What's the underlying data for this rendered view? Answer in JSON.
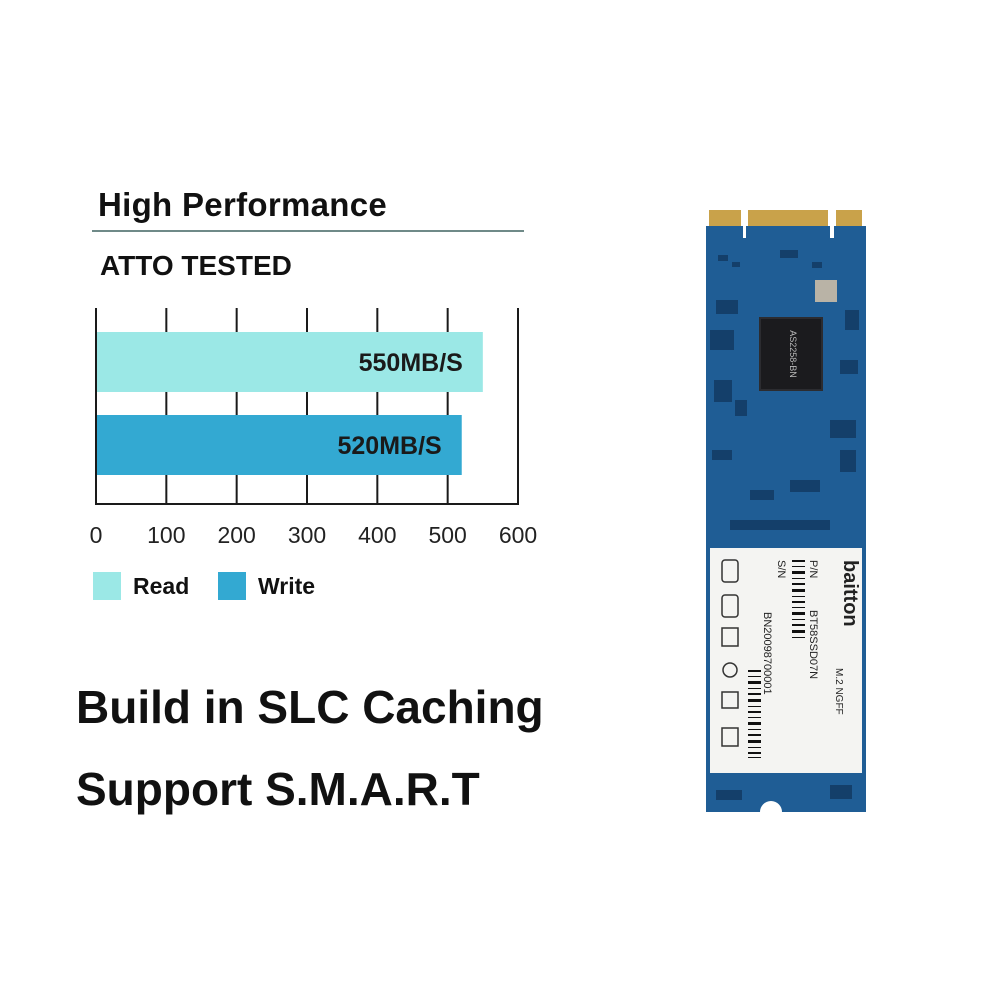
{
  "heading": "High Performance",
  "subheading": "ATTO TESTED",
  "chart_data": {
    "type": "bar",
    "orientation": "horizontal",
    "categories": [
      "Read",
      "Write"
    ],
    "values": [
      550,
      520
    ],
    "value_labels": [
      "550MB/S",
      "520MB/S"
    ],
    "xlim": [
      0,
      600
    ],
    "xticks": [
      0,
      100,
      200,
      300,
      400,
      500,
      600
    ],
    "grid": true,
    "legend": "bottom-left",
    "colors": [
      "#9be8e6",
      "#33a9d2"
    ]
  },
  "features": [
    "Build in SLC Caching",
    "Support S.M.A.R.T"
  ],
  "product": {
    "brand": "baitton",
    "pn_label": "P/N",
    "pn_value": "BT58SSD07N",
    "sn_label": "S/N",
    "sn_value": "BN20098700001",
    "form_factor": "M.2 NGFF",
    "chip_text": "AS2258-BN",
    "pcb_color": "#1f5d95",
    "label_color": "#f4f4f2"
  }
}
